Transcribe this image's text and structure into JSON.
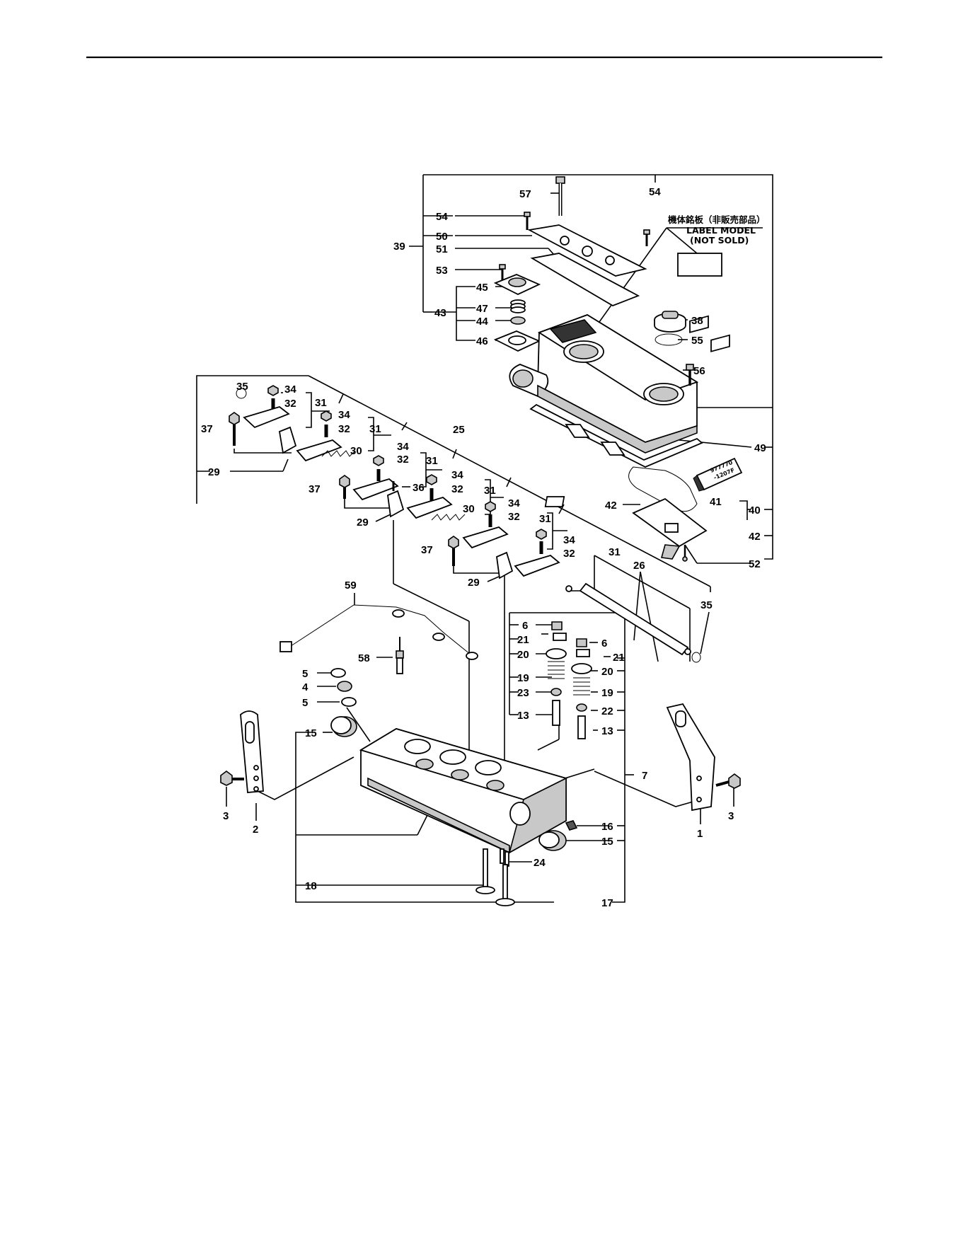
{
  "label_box": {
    "line1": "機体銘板（非販売部品）",
    "line2": "LABEL MODEL",
    "line3": "(NOT SOLD)"
  },
  "sealant_tube_text": {
    "line1": "977770",
    "line2": "-1207F"
  },
  "callouts": [
    {
      "id": "c57",
      "text": "57"
    },
    {
      "id": "c54a",
      "text": "54"
    },
    {
      "id": "c54b",
      "text": "54"
    },
    {
      "id": "c50",
      "text": "50"
    },
    {
      "id": "c39",
      "text": "39"
    },
    {
      "id": "c51",
      "text": "51"
    },
    {
      "id": "c53",
      "text": "53"
    },
    {
      "id": "c45",
      "text": "45"
    },
    {
      "id": "c47",
      "text": "47"
    },
    {
      "id": "c43",
      "text": "43"
    },
    {
      "id": "c44",
      "text": "44"
    },
    {
      "id": "c46",
      "text": "46"
    },
    {
      "id": "c38",
      "text": "38"
    },
    {
      "id": "c55",
      "text": "55"
    },
    {
      "id": "c56",
      "text": "56"
    },
    {
      "id": "c35a",
      "text": "35"
    },
    {
      "id": "c34a",
      "text": "34"
    },
    {
      "id": "c32a",
      "text": "32"
    },
    {
      "id": "c31a",
      "text": "31"
    },
    {
      "id": "c37a",
      "text": "37"
    },
    {
      "id": "c34b",
      "text": "34"
    },
    {
      "id": "c32b",
      "text": "32"
    },
    {
      "id": "c31b",
      "text": "31"
    },
    {
      "id": "c25",
      "text": "25"
    },
    {
      "id": "c30a",
      "text": "30"
    },
    {
      "id": "c34c",
      "text": "34"
    },
    {
      "id": "c32c",
      "text": "32"
    },
    {
      "id": "c31c",
      "text": "31"
    },
    {
      "id": "c29a",
      "text": "29"
    },
    {
      "id": "c49",
      "text": "49"
    },
    {
      "id": "c37b",
      "text": "37"
    },
    {
      "id": "c36",
      "text": "36"
    },
    {
      "id": "c34d",
      "text": "34"
    },
    {
      "id": "c32d",
      "text": "32"
    },
    {
      "id": "c31d",
      "text": "31"
    },
    {
      "id": "c30b",
      "text": "30"
    },
    {
      "id": "c34e",
      "text": "34"
    },
    {
      "id": "c32e",
      "text": "32"
    },
    {
      "id": "c31e",
      "text": "31"
    },
    {
      "id": "c29b",
      "text": "29"
    },
    {
      "id": "c42a",
      "text": "42"
    },
    {
      "id": "c41",
      "text": "41"
    },
    {
      "id": "c40",
      "text": "40"
    },
    {
      "id": "c42b",
      "text": "42"
    },
    {
      "id": "c37c",
      "text": "37"
    },
    {
      "id": "c34f",
      "text": "34"
    },
    {
      "id": "c32f",
      "text": "32"
    },
    {
      "id": "c31f",
      "text": "31"
    },
    {
      "id": "c52",
      "text": "52"
    },
    {
      "id": "c26",
      "text": "26"
    },
    {
      "id": "c29c",
      "text": "29"
    },
    {
      "id": "c59",
      "text": "59"
    },
    {
      "id": "c35b",
      "text": "35"
    },
    {
      "id": "c6a",
      "text": "6"
    },
    {
      "id": "c21a",
      "text": "21"
    },
    {
      "id": "c6b",
      "text": "6"
    },
    {
      "id": "c20a",
      "text": "20"
    },
    {
      "id": "c21b",
      "text": "21"
    },
    {
      "id": "c58",
      "text": "58"
    },
    {
      "id": "c20b",
      "text": "20"
    },
    {
      "id": "c19a",
      "text": "19"
    },
    {
      "id": "c5a",
      "text": "5"
    },
    {
      "id": "c19b",
      "text": "19"
    },
    {
      "id": "c4",
      "text": "4"
    },
    {
      "id": "c23",
      "text": "23"
    },
    {
      "id": "c5b",
      "text": "5"
    },
    {
      "id": "c22",
      "text": "22"
    },
    {
      "id": "c13a",
      "text": "13"
    },
    {
      "id": "c13b",
      "text": "13"
    },
    {
      "id": "c15a",
      "text": "15"
    },
    {
      "id": "c7",
      "text": "7"
    },
    {
      "id": "c3a",
      "text": "3"
    },
    {
      "id": "c3b",
      "text": "3"
    },
    {
      "id": "c16",
      "text": "16"
    },
    {
      "id": "c2",
      "text": "2"
    },
    {
      "id": "c1",
      "text": "1"
    },
    {
      "id": "c15b",
      "text": "15"
    },
    {
      "id": "c24",
      "text": "24"
    },
    {
      "id": "c18",
      "text": "18"
    },
    {
      "id": "c17",
      "text": "17"
    }
  ]
}
